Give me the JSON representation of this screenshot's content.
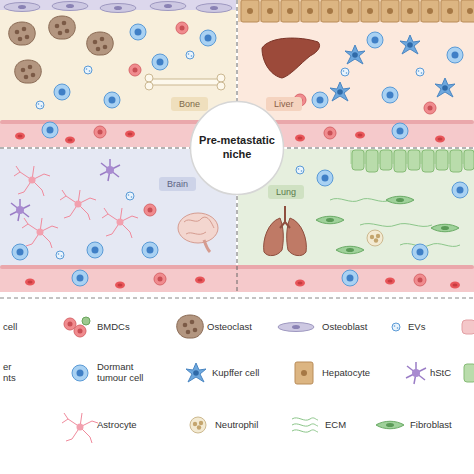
{
  "diagram": {
    "nodes": [
      {
        "text": [
          "Pre-metastatic niche"
        ]
      },
      {
        "text": [
          "Bone"
        ]
      },
      {
        "text": [
          "Liver"
        ]
      },
      {
        "text": [
          "Brain"
        ]
      },
      {
        "text": [
          "Lung"
        ]
      }
    ],
    "legend": [
      {
        "text": "cell"
      },
      {
        "text": "BMDCs"
      },
      {
        "text": "Osteoclast"
      },
      {
        "text": "Osteoblast"
      },
      {
        "text": "EVs"
      },
      {
        "text": "er nts"
      },
      {
        "text": "Dormant tumour cell"
      },
      {
        "text": "Kupffer cell"
      },
      {
        "text": "Hepatocyte"
      },
      {
        "text": "hStC"
      },
      {
        "text": "Astrocyte"
      },
      {
        "text": "Neutrophil"
      },
      {
        "text": "ECM"
      },
      {
        "text": "Fibroblast"
      }
    ]
  }
}
